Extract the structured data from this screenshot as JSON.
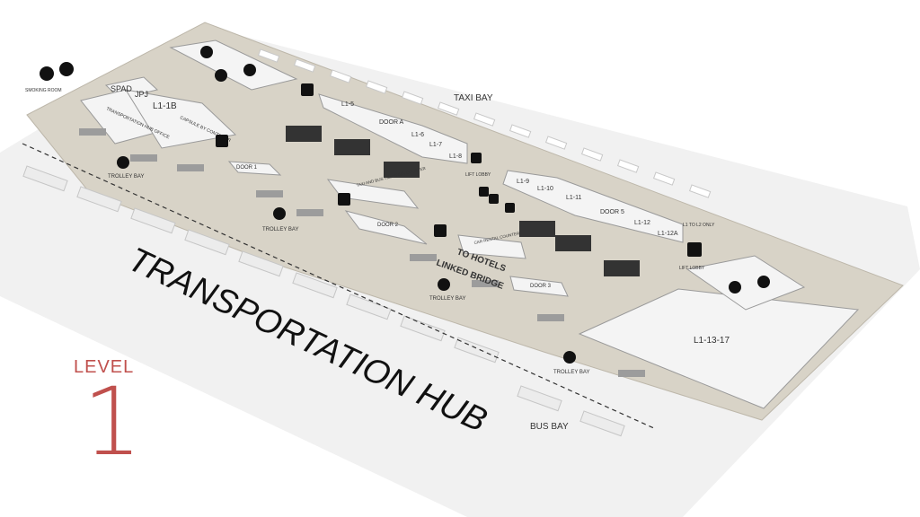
{
  "level": {
    "label": "LEVEL",
    "number": "1"
  },
  "title": "TRANSPORTATION HUB",
  "zones": {
    "taxi_bay": "TAXI BAY",
    "bus_bay": "BUS BAY",
    "trolley_bay": "TROLLEY BAY",
    "smoking_room": "SMOKING ROOM",
    "lift_lobby": "LIFT LOBBY",
    "lift_l2_only": "L1 TO L2 ONLY",
    "to_hotels": "TO HOTELS",
    "linked_bridge": "LINKED BRIDGE"
  },
  "units": {
    "spad": "SPAD",
    "jpj": "JPJ",
    "l1_1b": "L1-1B",
    "transport_office": "TRANSPORTATION HUB OFFICE",
    "capsule": "CAPSULE BY CONTAINER",
    "l1_5": "L1-5",
    "l1_6": "L1-6",
    "l1_7": "L1-7",
    "l1_8": "L1-8",
    "l1_9": "L1-9",
    "l1_10": "L1-10",
    "l1_11": "L1-11",
    "l1_12": "L1-12",
    "l1_12a": "L1-12A",
    "l1_13_17": "L1-13-17",
    "taxi_counter": "TAXI AND BUS TICKETING COUNTER",
    "car_rental": "CAR RENTAL COUNTER"
  },
  "doors": {
    "a": "DOOR A",
    "b": "DOOR 5",
    "d1": "DOOR 1",
    "d2": "DOOR 2",
    "d3": "DOOR 3"
  },
  "icons": [
    "smoking-icon",
    "prayer-icon",
    "escalator-icon",
    "wheelchair-icon",
    "toilet-icon",
    "lift-icon",
    "atm-icon",
    "ticket-icon",
    "trolley-icon"
  ],
  "colors": {
    "floor": "#d8d3c7",
    "road": "#eeeeee",
    "block": "#f2f2f2",
    "level": "#c0504d"
  }
}
